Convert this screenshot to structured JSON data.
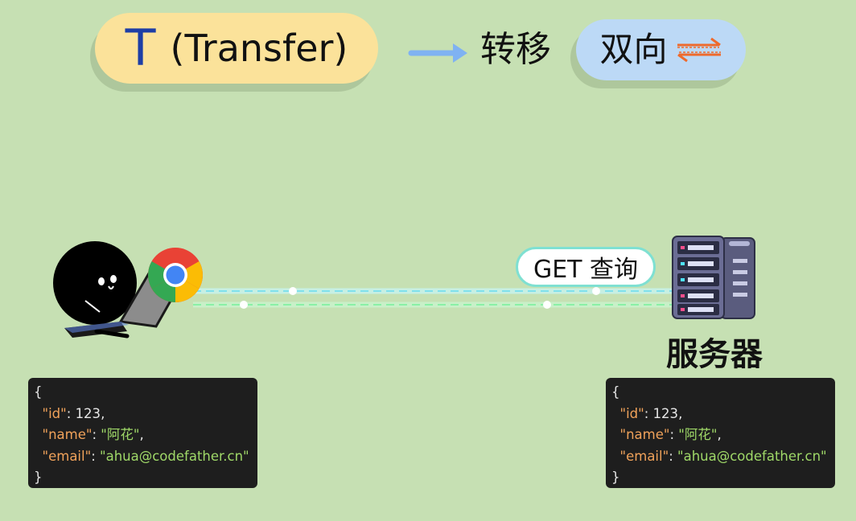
{
  "header": {
    "letter": "T",
    "word": "(Transfer)",
    "meaning": "转移",
    "direction_label": "双向"
  },
  "request_label": "GET 查询",
  "server_label": "服务器",
  "json_left": {
    "open": "{",
    "id_key": "\"id\"",
    "id_value": "123",
    "name_key": "\"name\"",
    "name_value": "\"阿花\"",
    "email_key": "\"email\"",
    "email_value": "\"ahua@codefather.cn\"",
    "close": "}"
  },
  "json_right": {
    "open": "{",
    "id_key": "\"id\"",
    "id_value": "123",
    "name_key": "\"name\"",
    "name_value": "\"阿花\"",
    "email_key": "\"email\"",
    "email_value": "\"ahua@codefather.cn\"",
    "close": "}"
  },
  "colors": {
    "background": "#c6e0b3",
    "t_pill": "#fbe29a",
    "direction_pill": "#bcd9f6",
    "arrow": "#7fb2f2",
    "bidirectional_icon": "#ee6a2c",
    "request_line": "#7fe0ec",
    "response_line": "#8af0a6"
  },
  "icons": {
    "arrow": "right-arrow-icon",
    "bidirectional": "bidirectional-arrows-icon",
    "browser": "chrome-icon",
    "client": "user-with-laptop-icon",
    "server": "server-rack-icon"
  }
}
